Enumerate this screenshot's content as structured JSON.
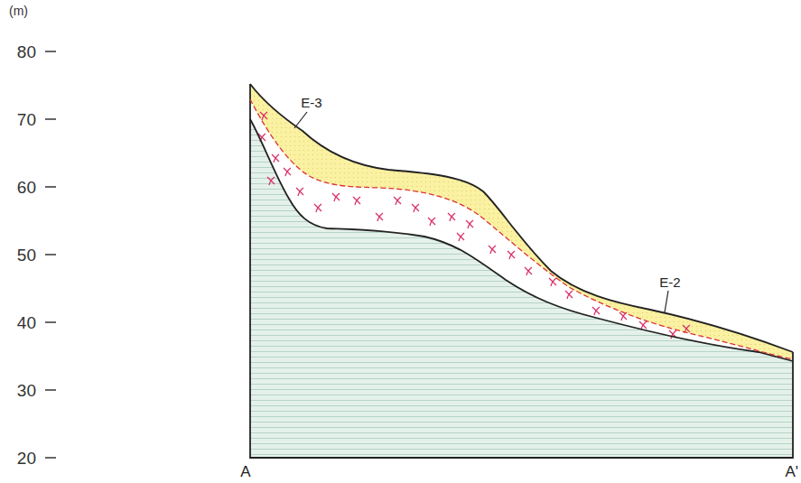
{
  "diagram": {
    "labels": [
      "(m)",
      "80",
      "70",
      "60",
      "50",
      "40",
      "30",
      "20",
      "E-3",
      "E-2",
      "A",
      "A'"
    ]
  }
}
